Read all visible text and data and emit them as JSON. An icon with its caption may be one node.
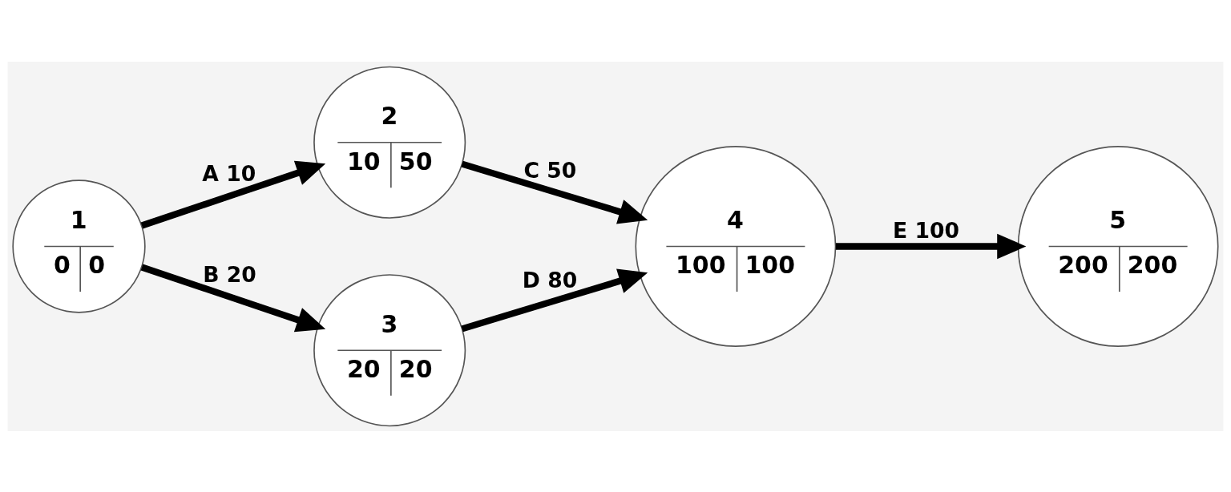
{
  "diagram": {
    "nodes": [
      {
        "text": [
          "1",
          "0",
          "0"
        ]
      },
      {
        "text": [
          "2",
          "10",
          "50"
        ]
      },
      {
        "text": [
          "3",
          "20",
          "20"
        ]
      },
      {
        "text": [
          "4",
          "100",
          "100"
        ]
      },
      {
        "text": [
          "5",
          "200",
          "200"
        ]
      }
    ],
    "edges": [
      {
        "from": 0,
        "to": 1,
        "arrow": "to",
        "label": "A 10"
      },
      {
        "from": 0,
        "to": 2,
        "arrow": "to",
        "label": "B 20"
      },
      {
        "from": 1,
        "to": 3,
        "arrow": "to",
        "label": "C 50"
      },
      {
        "from": 2,
        "to": 3,
        "arrow": "to",
        "label": "D 80"
      },
      {
        "from": 3,
        "to": 4,
        "arrow": "to",
        "label": "E 100"
      }
    ]
  }
}
